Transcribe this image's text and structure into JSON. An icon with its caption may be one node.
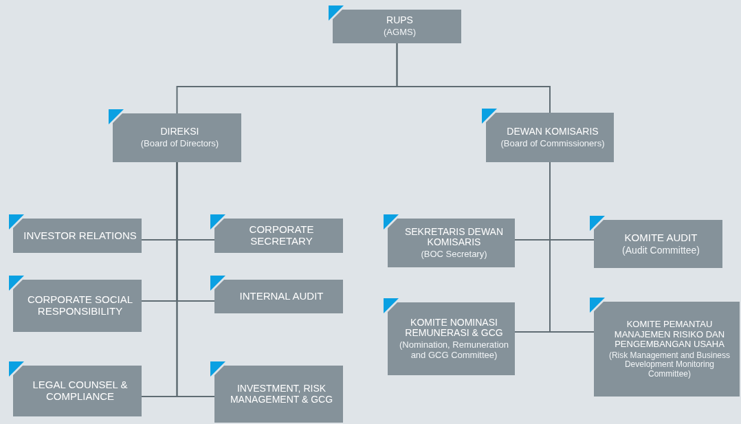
{
  "diagram": {
    "nodes": [
      {
        "text": [
          "RUPS",
          "(AGMS)"
        ]
      },
      {
        "text": [
          "DIREKSI",
          "(Board of Directors)"
        ]
      },
      {
        "text": [
          "DEWAN KOMISARIS",
          "(Board of Commissioners)"
        ]
      },
      {
        "text": [
          "INVESTOR RELATIONS"
        ]
      },
      {
        "text": [
          "CORPORATE SECRETARY"
        ]
      },
      {
        "text": [
          "CORPORATE SOCIAL RESPONSIBILITY"
        ]
      },
      {
        "text": [
          "INTERNAL AUDIT"
        ]
      },
      {
        "text": [
          "LEGAL COUNSEL & COMPLIANCE"
        ]
      },
      {
        "text": [
          "INVESTMENT, RISK MANAGEMENT & GCG"
        ]
      },
      {
        "text": [
          "SEKRETARIS DEWAN KOMISARIS",
          "(BOC Secretary)"
        ]
      },
      {
        "text": [
          "KOMITE AUDIT",
          "(Audit Committee)"
        ]
      },
      {
        "text": [
          "KOMITE NOMINASI REMUNERASI & GCG",
          "(Nomination, Remuneration and GCG Committee)"
        ]
      },
      {
        "text": [
          "KOMITE PEMANTAU MANAJEMEN RISIKO DAN PENGEMBANGAN USAHA",
          "(Risk Management and Business Development Monitoring Committee)"
        ]
      }
    ],
    "edges": [
      {
        "from": 0,
        "to": 1,
        "arrow": "none"
      },
      {
        "from": 0,
        "to": 2,
        "arrow": "none"
      },
      {
        "from": 1,
        "to": 3,
        "arrow": "none"
      },
      {
        "from": 1,
        "to": 4,
        "arrow": "none"
      },
      {
        "from": 1,
        "to": 5,
        "arrow": "none"
      },
      {
        "from": 1,
        "to": 6,
        "arrow": "none"
      },
      {
        "from": 1,
        "to": 7,
        "arrow": "none"
      },
      {
        "from": 1,
        "to": 8,
        "arrow": "none"
      },
      {
        "from": 2,
        "to": 9,
        "arrow": "none"
      },
      {
        "from": 2,
        "to": 10,
        "arrow": "none"
      },
      {
        "from": 2,
        "to": 11,
        "arrow": "none"
      },
      {
        "from": 2,
        "to": 12,
        "arrow": "none"
      }
    ]
  }
}
